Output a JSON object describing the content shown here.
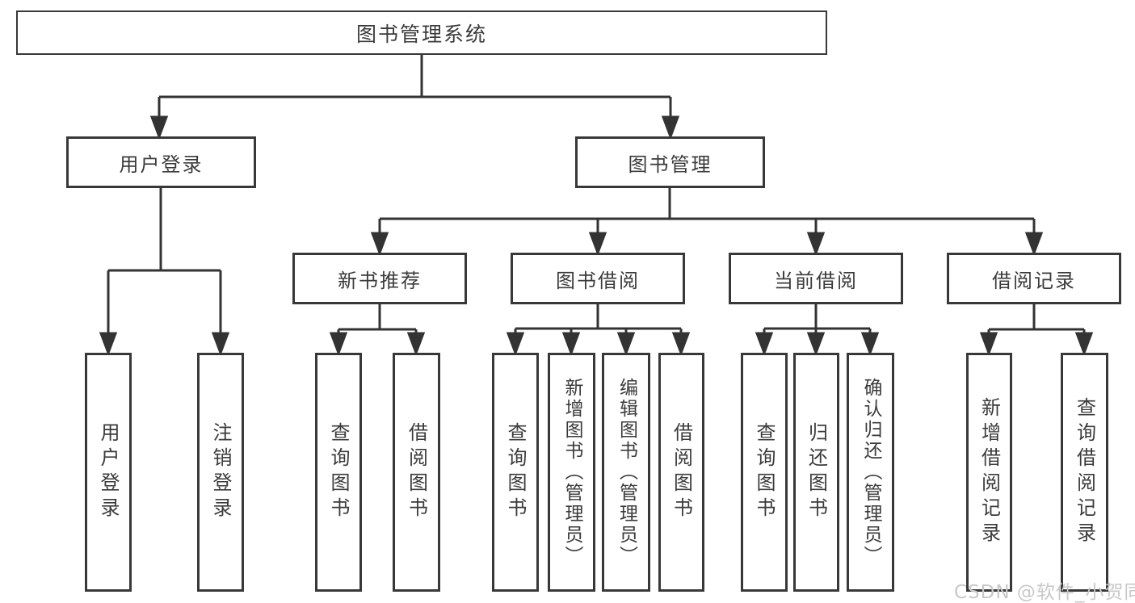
{
  "diagram": {
    "root": {
      "label": "图书管理系统"
    },
    "branches": [
      {
        "label": "用户登录",
        "children": [
          {
            "label": "用户登录"
          },
          {
            "label": "注销登录"
          }
        ]
      },
      {
        "label": "图书管理",
        "children": [
          {
            "label": "新书推荐",
            "children": [
              {
                "label": "查询图书"
              },
              {
                "label": "借阅图书"
              }
            ]
          },
          {
            "label": "图书借阅",
            "children": [
              {
                "label": "查询图书"
              },
              {
                "label": "新增图书（管理员）"
              },
              {
                "label": "编辑图书（管理员）"
              },
              {
                "label": "借阅图书"
              }
            ]
          },
          {
            "label": "当前借阅",
            "children": [
              {
                "label": "查询图书"
              },
              {
                "label": "归还图书"
              },
              {
                "label": "确认归还（管理员）"
              }
            ]
          },
          {
            "label": "借阅记录",
            "children": [
              {
                "label": "新增借阅记录"
              },
              {
                "label": "查询借阅记录"
              }
            ]
          }
        ]
      }
    ],
    "watermark": "CSDN @软件_小贺同学",
    "colors": {
      "line": "#333333",
      "box_border": "#383838",
      "box_fill": "#ffffff",
      "text": "#3b3b3b",
      "background": "#ffffff",
      "watermark": "#c8c8c8"
    }
  }
}
